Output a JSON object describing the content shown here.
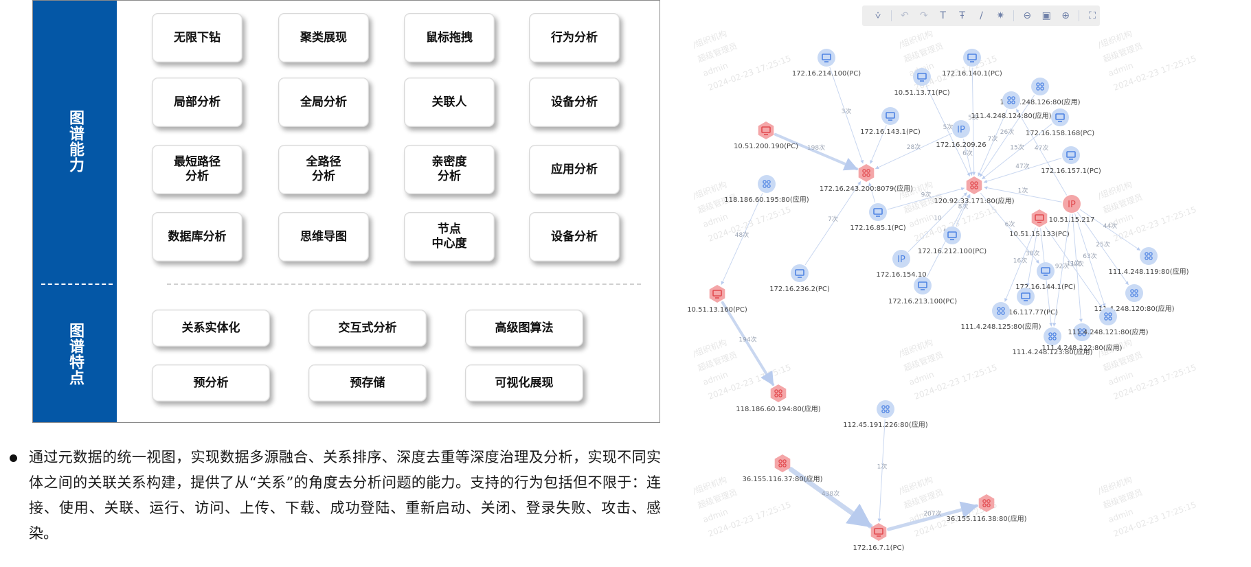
{
  "panel": {
    "side_top": "图谱能力",
    "side_bottom": "图谱特点",
    "capabilities": [
      "无限下钻",
      "聚类展现",
      "鼠标拖拽",
      "行为分析",
      "局部分析",
      "全局分析",
      "关联人",
      "设备分析",
      "最短路径\n分析",
      "全路径\n分析",
      "亲密度\n分析",
      "应用分析",
      "数据库分析",
      "思维导图",
      "节点\n中心度",
      "设备分析"
    ],
    "features": [
      "关系实体化",
      "交互式分析",
      "高级图算法",
      "预分析",
      "预存储",
      "可视化展现"
    ]
  },
  "description": "通过元数据的统一视图，实现数据多源融合、关系排序、深度去重等深度治理及分析，实现不同实体之间的关联关系构建，提供了从“关系”的角度去分析问题的能力。支持的行为包括但不限于：连接、使用、关联、运行、访问、上传、下载、成功登陆、重新启动、关闭、登录失败、攻击、感染。",
  "toolbar": {
    "icons": [
      "filter-icon",
      "undo-icon",
      "redo-icon",
      "text-icon",
      "text-strike-icon",
      "line-icon",
      "layout-icon",
      "zoom-out-icon",
      "fit-icon",
      "zoom-in-icon",
      "fullscreen-icon"
    ]
  },
  "watermark": {
    "org": "/组织机构",
    "role": "超级管理员",
    "user": "admin",
    "time": "2024-02-23 17:25:15"
  },
  "colors": {
    "brand": "#0457a6",
    "node_normal": "#c9daf5",
    "node_icon": "#4d83e3",
    "node_alert": "#f4a6a8",
    "node_alert_icon": "#e24a4f",
    "edge": "#c9d7f0"
  },
  "graph": {
    "nodes": [
      {
        "id": "n1",
        "label": "172.16.214.100(PC)",
        "type": "pc",
        "status": "normal"
      },
      {
        "id": "n2",
        "label": "172.16.140.1(PC)",
        "type": "pc",
        "status": "normal"
      },
      {
        "id": "n3",
        "label": "10.51.13.71(PC)",
        "type": "pc",
        "status": "normal"
      },
      {
        "id": "n4",
        "label": "111.4.248.126:80(应用)",
        "type": "app",
        "status": "normal"
      },
      {
        "id": "n5",
        "label": "111.4.248.124:80(应用)",
        "type": "app",
        "status": "normal"
      },
      {
        "id": "n6",
        "label": "172.16.158.168(PC)",
        "type": "pc",
        "status": "normal"
      },
      {
        "id": "n7",
        "label": "172.16.143.1(PC)",
        "type": "pc",
        "status": "normal"
      },
      {
        "id": "n8",
        "label": "172.16.209.26",
        "type": "ip",
        "status": "normal"
      },
      {
        "id": "n9",
        "label": "10.51.200.190(PC)",
        "type": "pc",
        "status": "alert"
      },
      {
        "id": "n10",
        "label": "172.16.157.1(PC)",
        "type": "pc",
        "status": "normal"
      },
      {
        "id": "n11",
        "label": "172.16.243.200:8079(应用)",
        "type": "app",
        "status": "alert"
      },
      {
        "id": "n12",
        "label": "120.92.33.171:80(应用)",
        "type": "app",
        "status": "alert"
      },
      {
        "id": "n13",
        "label": "118.186.60.195:80(应用)",
        "type": "app",
        "status": "normal"
      },
      {
        "id": "n14",
        "label": "10.51.15.217",
        "type": "ip",
        "status": "alert"
      },
      {
        "id": "n15",
        "label": "10.51.15.133(PC)",
        "type": "pc",
        "status": "alert"
      },
      {
        "id": "n16",
        "label": "172.16.85.1(PC)",
        "type": "pc",
        "status": "normal"
      },
      {
        "id": "n17",
        "label": "172.16.212.100(PC)",
        "type": "pc",
        "status": "normal"
      },
      {
        "id": "n18",
        "label": "111.4.248.119:80(应用)",
        "type": "app",
        "status": "normal"
      },
      {
        "id": "n19",
        "label": "172.16.236.2(PC)",
        "type": "pc",
        "status": "normal"
      },
      {
        "id": "n20",
        "label": "172.16.154.10",
        "type": "ip",
        "status": "normal"
      },
      {
        "id": "n21",
        "label": "172.16.144.1(PC)",
        "type": "pc",
        "status": "normal"
      },
      {
        "id": "n22",
        "label": "111.4.248.120:80(应用)",
        "type": "app",
        "status": "normal"
      },
      {
        "id": "n23",
        "label": "10.51.13.160(PC)",
        "type": "pc",
        "status": "alert"
      },
      {
        "id": "n24",
        "label": "172.16.213.100(PC)",
        "type": "pc",
        "status": "normal"
      },
      {
        "id": "n25",
        "label": "172.16.117.77(PC)",
        "type": "pc",
        "status": "normal"
      },
      {
        "id": "n26",
        "label": "111.4.248.125:80(应用)",
        "type": "app",
        "status": "normal"
      },
      {
        "id": "n27",
        "label": "111.4.248.122:80(应用)",
        "type": "app",
        "status": "normal"
      },
      {
        "id": "n28",
        "label": "111.4.248.123:80(应用)",
        "type": "app",
        "status": "normal"
      },
      {
        "id": "n29",
        "label": "111.4.248.121:80(应用)",
        "type": "app",
        "status": "normal"
      },
      {
        "id": "n30",
        "label": "118.186.60.194:80(应用)",
        "type": "app",
        "status": "alert"
      },
      {
        "id": "n31",
        "label": "112.45.191.226:80(应用)",
        "type": "app",
        "status": "normal"
      },
      {
        "id": "n32",
        "label": "36.155.116.37:80(应用)",
        "type": "app",
        "status": "alert"
      },
      {
        "id": "n33",
        "label": "36.155.116.38:80(应用)",
        "type": "app",
        "status": "alert"
      },
      {
        "id": "n34",
        "label": "172.16.7.1(PC)",
        "type": "pc",
        "status": "alert"
      }
    ],
    "edges": [
      {
        "from": "n9",
        "to": "n11",
        "label": "198次",
        "weight": 4
      },
      {
        "from": "n1",
        "to": "n11",
        "label": "3次",
        "weight": 1
      },
      {
        "from": "n7",
        "to": "n11",
        "label": "",
        "weight": 1
      },
      {
        "from": "n8",
        "to": "n11",
        "label": "28次",
        "weight": 1
      },
      {
        "from": "n16",
        "to": "n11",
        "label": "",
        "weight": 1
      },
      {
        "from": "n19",
        "to": "n11",
        "label": "7次",
        "weight": 1
      },
      {
        "from": "n2",
        "to": "n12",
        "label": "5次",
        "weight": 1
      },
      {
        "from": "n3",
        "to": "n12",
        "label": "5次",
        "weight": 1
      },
      {
        "from": "n8",
        "to": "n12",
        "label": "6次",
        "weight": 1
      },
      {
        "from": "n5",
        "to": "n12",
        "label": "7次",
        "weight": 1
      },
      {
        "from": "n4",
        "to": "n12",
        "label": "26次",
        "weight": 1
      },
      {
        "from": "n6",
        "to": "n12",
        "label": "15次",
        "weight": 1
      },
      {
        "from": "n10",
        "to": "n12",
        "label": "47次",
        "weight": 1
      },
      {
        "from": "n14",
        "to": "n12",
        "label": "1次",
        "weight": 1
      },
      {
        "from": "n16",
        "to": "n12",
        "label": "9次",
        "weight": 1
      },
      {
        "from": "n17",
        "to": "n12",
        "label": "8次",
        "weight": 1
      },
      {
        "from": "n20",
        "to": "n12",
        "label": "10",
        "weight": 1
      },
      {
        "from": "n24",
        "to": "n12",
        "label": "5次",
        "weight": 1
      },
      {
        "from": "n12",
        "to": "n21",
        "label": "6次",
        "weight": 1
      },
      {
        "from": "n15",
        "to": "n25",
        "label": "38次",
        "weight": 1
      },
      {
        "from": "n15",
        "to": "n26",
        "label": "16次",
        "weight": 1
      },
      {
        "from": "n15",
        "to": "n28",
        "label": "47次",
        "weight": 1
      },
      {
        "from": "n15",
        "to": "n29",
        "label": "11次",
        "weight": 1
      },
      {
        "from": "n14",
        "to": "n18",
        "label": "44次",
        "weight": 1
      },
      {
        "from": "n14",
        "to": "n22",
        "label": "25次",
        "weight": 1
      },
      {
        "from": "n14",
        "to": "n27",
        "label": "30次",
        "weight": 1
      },
      {
        "from": "n14",
        "to": "n29",
        "label": "63次",
        "weight": 1
      },
      {
        "from": "n14",
        "to": "n28",
        "label": "92次",
        "weight": 1
      },
      {
        "from": "n14",
        "to": "n5",
        "label": "47次",
        "weight": 1
      },
      {
        "from": "n13",
        "to": "n23",
        "label": "48次",
        "weight": 1
      },
      {
        "from": "n23",
        "to": "n30",
        "label": "194次",
        "weight": 4
      },
      {
        "from": "n31",
        "to": "n34",
        "label": "1次",
        "weight": 1
      },
      {
        "from": "n32",
        "to": "n34",
        "label": "438次",
        "weight": 7
      },
      {
        "from": "n34",
        "to": "n33",
        "label": "207次",
        "weight": 5
      }
    ]
  }
}
